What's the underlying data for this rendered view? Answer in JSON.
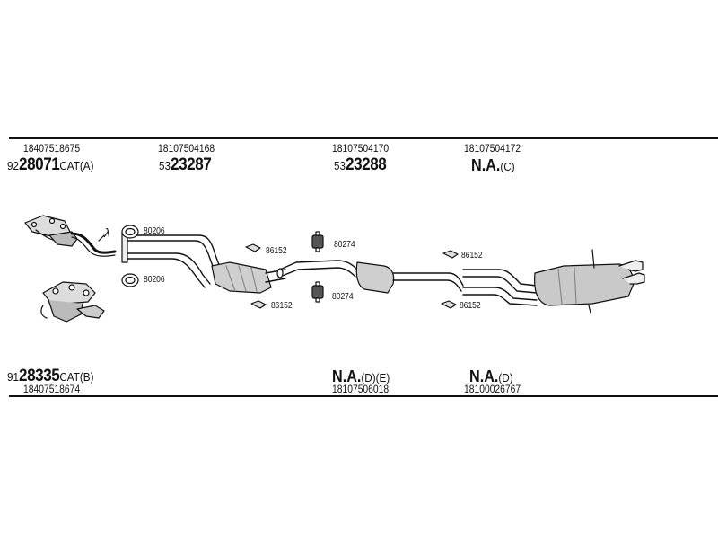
{
  "top_labels": [
    {
      "oe": "18407518675",
      "prefix": "92",
      "num": "28071",
      "suffix": "CAT(A)"
    },
    {
      "oe": "18107504168",
      "prefix": "53",
      "num": "23287",
      "suffix": ""
    },
    {
      "oe": "18107504170",
      "prefix": "53",
      "num": "23288",
      "suffix": ""
    },
    {
      "oe": "18107504172",
      "na": "N.A.",
      "suffix": "(C)"
    }
  ],
  "bottom_labels": [
    {
      "oe": "18407518674",
      "prefix": "91",
      "num": "28335",
      "suffix": "CAT(B)"
    },
    {
      "oe": "18107506018",
      "na": "N.A.",
      "suffix": "(D)(E)"
    },
    {
      "oe": "18100026767",
      "na": "N.A.",
      "suffix": "(D)"
    }
  ],
  "tags": {
    "ring_top": "80206",
    "ring_bottom": "80206",
    "clamp1_top": "86152",
    "clamp1_bottom": "86152",
    "bracket_top": "80274",
    "bracket_bottom": "80274",
    "clamp2_top": "86152",
    "clamp2_bottom": "86152"
  },
  "lambda_symbol": "λ"
}
